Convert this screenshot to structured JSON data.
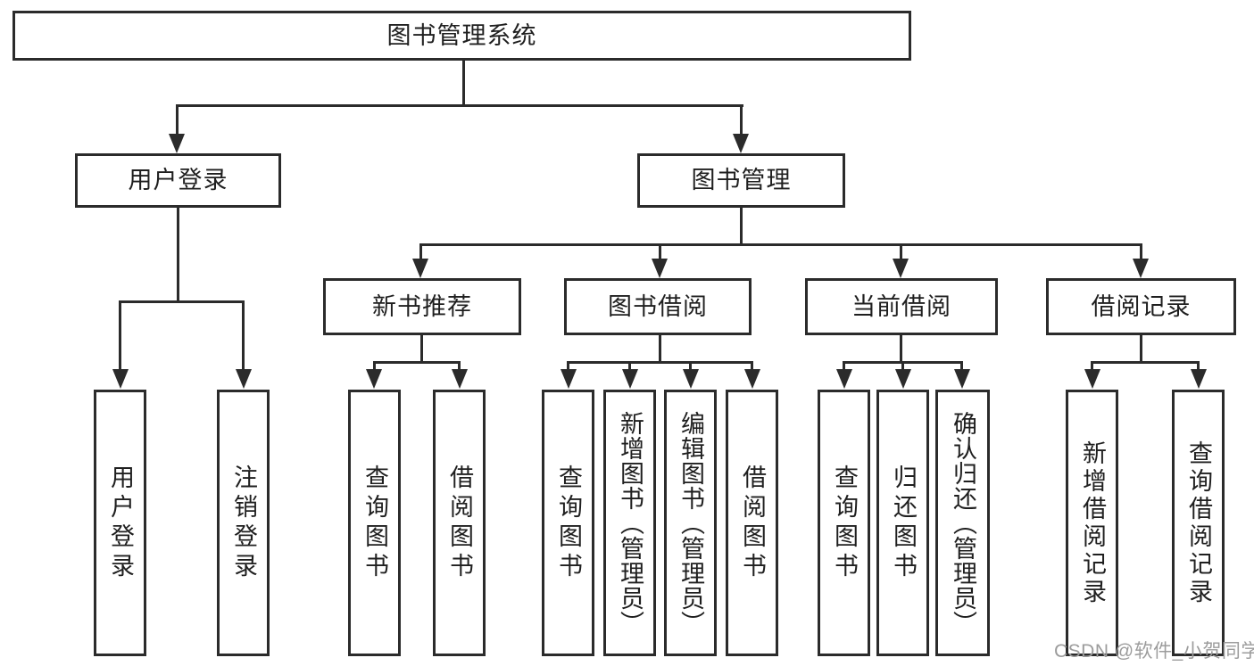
{
  "tree": {
    "root": {
      "label": "图书管理系统",
      "children": [
        {
          "label": "用户登录",
          "children": [
            {
              "label": "用户登录"
            },
            {
              "label": "注销登录"
            }
          ]
        },
        {
          "label": "图书管理",
          "children": [
            {
              "label": "新书推荐",
              "children": [
                {
                  "label": "查询图书"
                },
                {
                  "label": "借阅图书"
                }
              ]
            },
            {
              "label": "图书借阅",
              "children": [
                {
                  "label": "查询图书"
                },
                {
                  "label": "新增图书（管理员）"
                },
                {
                  "label": "编辑图书（管理员）"
                },
                {
                  "label": "借阅图书"
                }
              ]
            },
            {
              "label": "当前借阅",
              "children": [
                {
                  "label": "查询图书"
                },
                {
                  "label": "归还图书"
                },
                {
                  "label": "确认归还（管理员）"
                }
              ]
            },
            {
              "label": "借阅记录",
              "children": [
                {
                  "label": "新增借阅记录"
                },
                {
                  "label": "查询借阅记录"
                }
              ]
            }
          ]
        }
      ]
    }
  },
  "watermark": {
    "text": "CSDN @软件_小贺同学"
  },
  "colors": {
    "line": "#2b2b2b",
    "text": "#1f1f1f",
    "watermark": "#9c9c9c",
    "background": "#ffffff"
  }
}
